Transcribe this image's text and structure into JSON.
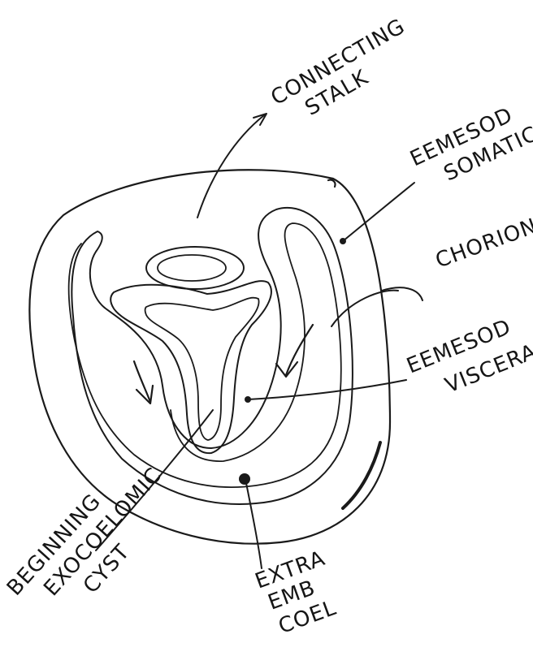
{
  "labels": {
    "connecting_stalk": [
      "CONNECTING",
      "STALK"
    ],
    "eem_somatic": [
      "EEMESOD",
      "SOMATIC"
    ],
    "chorion": "CHORION",
    "eem_visceral": [
      "EEMESOD",
      "VISCERAL"
    ],
    "beginning_exocoelomic_cyst": [
      "BEGINNING",
      "EXOCOELOMIC",
      "CYST"
    ],
    "extra_emb_coel": [
      "EXTRA",
      "EMB",
      "COEL"
    ]
  },
  "colors": {
    "ink": "#1a1a1a",
    "paper": "#ffffff"
  }
}
